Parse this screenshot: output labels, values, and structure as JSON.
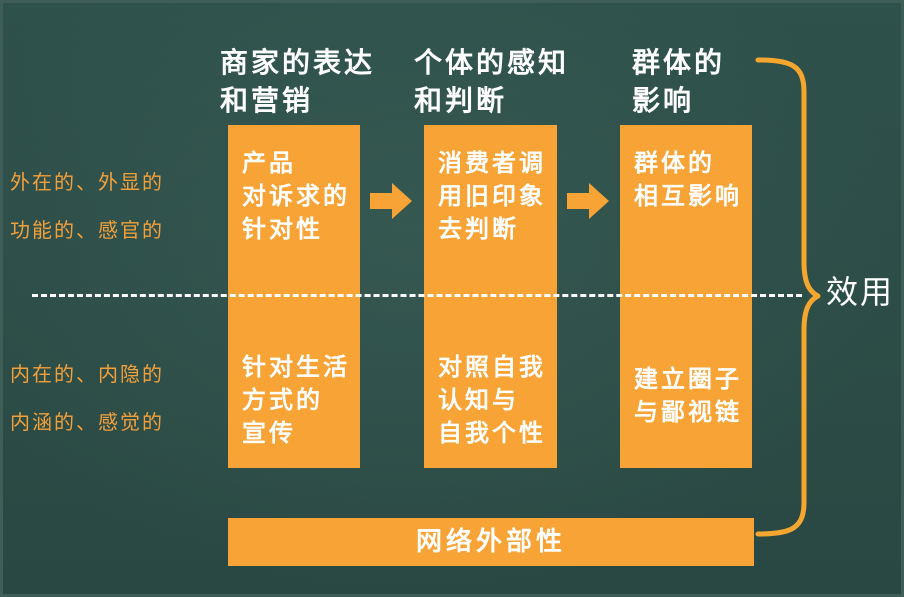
{
  "columns": [
    {
      "header": [
        "商家的表达",
        "和营销"
      ],
      "top": [
        "产品",
        "对诉求的",
        "针对性"
      ],
      "bottom": [
        "针对生活",
        "方式的",
        "宣传"
      ]
    },
    {
      "header": [
        "个体的感知",
        "和判断"
      ],
      "top": [
        "消费者调",
        "用旧印象",
        "去判断"
      ],
      "bottom": [
        "对照自我",
        "认知与",
        "自我个性"
      ]
    },
    {
      "header": [
        "群体的",
        "影响"
      ],
      "top": [
        "群体的",
        "相互影响"
      ],
      "bottom": [
        "建立圈子",
        "与鄙视链"
      ]
    }
  ],
  "rows": {
    "outer": [
      "外在的、外显的",
      "功能的、感官的"
    ],
    "inner": [
      "内在的、内隐的",
      "内涵的、感觉的"
    ]
  },
  "result_label": "效用",
  "bottom_bar": "网络外部性",
  "colors": {
    "board": "#2b4a45",
    "box": "#f7a335",
    "row_label": "#f2a03b",
    "text": "#ffffff",
    "brace": "#f4a62e"
  }
}
